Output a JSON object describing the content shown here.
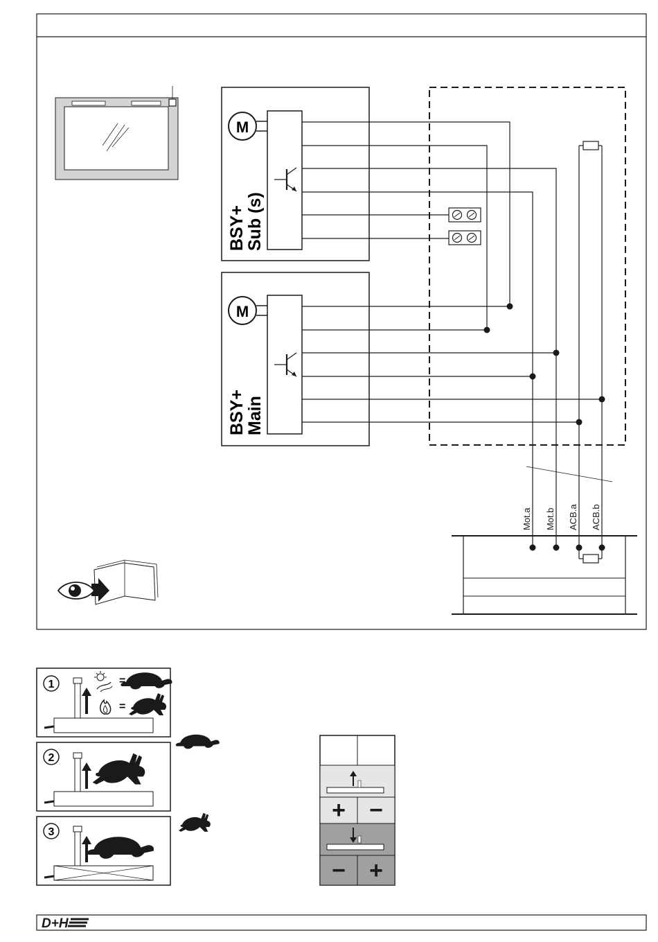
{
  "diagram": {
    "motor_symbol": "M",
    "units": [
      {
        "line1": "BSY+",
        "line2": "Sub (s)"
      },
      {
        "line1": "BSY+",
        "line2": "Main"
      }
    ],
    "bus_labels": [
      "Mot.a",
      "Mot.b",
      "ACB.a",
      "ACB.b"
    ]
  },
  "steps": [
    "1",
    "2",
    "3"
  ],
  "panel": {
    "plus_symbol": "+",
    "minus_symbol": "−"
  },
  "footer": {
    "logo_text": "D+H"
  },
  "icons": {
    "window": "window-icon",
    "manual": "eye-manual-icon",
    "tortoise": "tortoise-icon",
    "hare": "hare-icon",
    "weather": "sun-wind-icon",
    "fire": "fire-icon"
  },
  "colors": {
    "ink": "#1a1a1a",
    "panel_light": "#e6e6e6",
    "panel_dark": "#a0a0a0",
    "window_frame": "#cfcfcf"
  }
}
